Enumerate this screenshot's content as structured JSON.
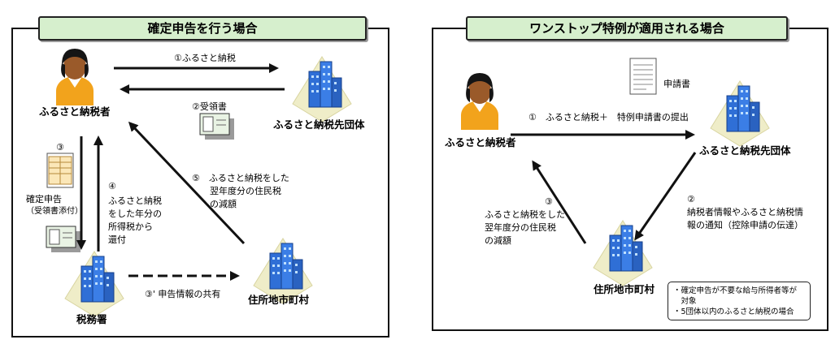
{
  "left": {
    "title": "確定申告を行う場合",
    "taxpayer": "ふるさと納税者",
    "recipient": "ふるさと納税先団体",
    "tax_office": "税務署",
    "municipality": "住所地市町村",
    "step1": "①ふるさと納税",
    "step2": "②受領書",
    "step3_num": "③",
    "step3_lines": [
      "確定申告",
      "（受領書添付）"
    ],
    "step3p": "③' 申告情報の共有",
    "step4_num": "④",
    "step4_lines": [
      "ふるさと納税",
      "をした年分の",
      "所得税から",
      "還付"
    ],
    "step5_lines": [
      "⑤　ふるさと納税をした",
      "　　翌年度分の住民税",
      "　　の減額"
    ]
  },
  "right": {
    "title": "ワンストップ特例が適用される場合",
    "taxpayer": "ふるさと納税者",
    "recipient": "ふるさと納税先団体",
    "municipality": "住所地市町村",
    "application_label": "申請書",
    "step1": "①　ふるさと納税＋　特例申請書の提出",
    "step2_num": "②",
    "step2_lines": [
      "納税者情報やふるさと納税情",
      "報の通知（控除申請の伝達）"
    ],
    "step3_num": "③",
    "step3_lines": [
      "ふるさと納税をした",
      "翌年度分の住民税",
      "の減額"
    ],
    "notes": [
      "・確定申告が不要な給与所得者等が",
      "　対象",
      "・5団体以内のふるさと納税の場合"
    ]
  },
  "colors": {
    "title_bg": "#d6efcd",
    "building_blue": "#2f6fd6",
    "person_orange": "#f2a31c"
  }
}
